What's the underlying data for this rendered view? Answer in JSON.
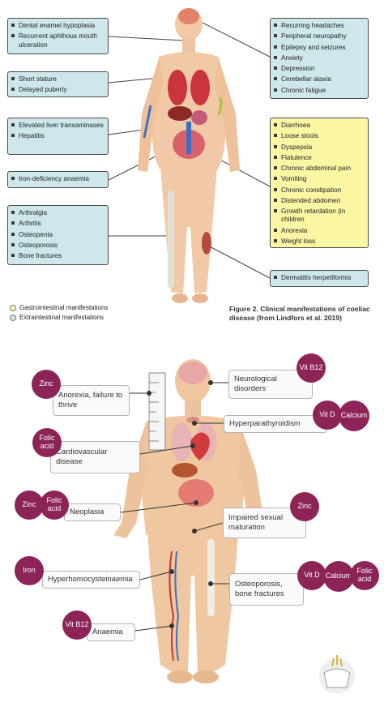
{
  "top_figure": {
    "left_boxes": [
      {
        "items": [
          "Dental enamel hypoplasia",
          "Recurrent aphthous mouth ulceration"
        ]
      },
      {
        "items": [
          "Short stature",
          "Delayed puberty"
        ]
      },
      {
        "items": [
          "Elevated liver transaminases",
          "Hepatitis"
        ]
      },
      {
        "items": [
          "Iron-deficiency anaemia"
        ]
      },
      {
        "items": [
          "Arthralgia",
          "Arthritis",
          "Osteopenia",
          "Osteoporosis",
          "Bone fractures"
        ]
      }
    ],
    "right_boxes": [
      {
        "items": [
          "Recurring headaches",
          "Peripheral neuropathy",
          "Epilepsy and seizures",
          "Anxiety",
          "Depression",
          "Cerebellar ataxia",
          "Chronic fatigue"
        ]
      },
      {
        "items": [
          "Diarrhoea",
          "Loose stools",
          "Dyspepsia",
          "Flatulence",
          "Chronic abdominal pain",
          "Vomiting",
          "Chronic constipation",
          "Distended abdomen",
          "Growth retardation (in children",
          "Anorexia",
          "Weight loss"
        ]
      },
      {
        "items": [
          "Dermatitis herpetiformis"
        ]
      }
    ],
    "legend": {
      "gi": "Gastrointestinal manifestations",
      "extra": "Extraintestinal manifestations",
      "gi_color": "#fbf6a4",
      "extra_color": "#cde7ea"
    },
    "caption": "Figure 2. Clinical manifestations of coeliac disease (from Lindfors et al. 2019)"
  },
  "bottom_figure": {
    "labels": {
      "anorexia": "Anorexia, failure to thrive",
      "neuro": "Neurological disorders",
      "hyperpara": "Hyperparathyroidism",
      "cardio": "Cardiovascular disease",
      "neoplasia": "Neoplasia",
      "impaired": "Impaired sexual maturation",
      "hyperhomo": "Hyperhomocysteinaemia",
      "osteo": "Osteoporosis, bone fractures",
      "anaemia": "Anaemia"
    },
    "nutrients": {
      "zinc": "Zinc",
      "vit_b12": "Vit B12",
      "vit_d": "Vit D",
      "calcium": "Calcium",
      "folic_acid": "Folic acid",
      "iron": "Iron"
    },
    "badge_color": "#8d2458"
  }
}
